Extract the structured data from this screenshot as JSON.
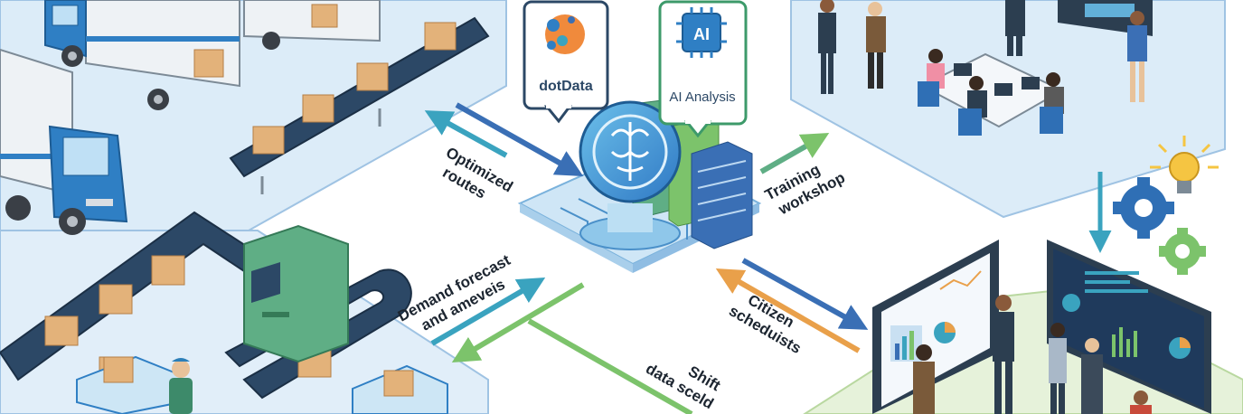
{
  "badges": {
    "dotdata": {
      "label": "dotData"
    },
    "ai": {
      "chip_text": "AI",
      "label": "AI Analysis"
    }
  },
  "flows": {
    "optimized_routes": {
      "line1": "Optimized",
      "line2": "routes"
    },
    "training_workshop": {
      "line1": "Training",
      "line2": "workshop"
    },
    "demand_forecast": {
      "line1": "Demand forecast",
      "line2": "and ameveis"
    },
    "citizen_schedulists": {
      "line1": "Citizen",
      "line2": "scheduists"
    },
    "shift_data": {
      "line1": "Shift",
      "line2": "data sceld"
    }
  },
  "colors": {
    "blue_arrow": "#3a6fb5",
    "teal_arrow": "#3aa3bf",
    "green_arrow": "#7cc36b",
    "orange_arrow": "#e9a04a",
    "panel_blue": "#dcecf8",
    "panel_green": "#e6f2da",
    "truck_blue": "#2f7fc4",
    "conveyor": "#2c4866",
    "box": "#e3b27a"
  }
}
